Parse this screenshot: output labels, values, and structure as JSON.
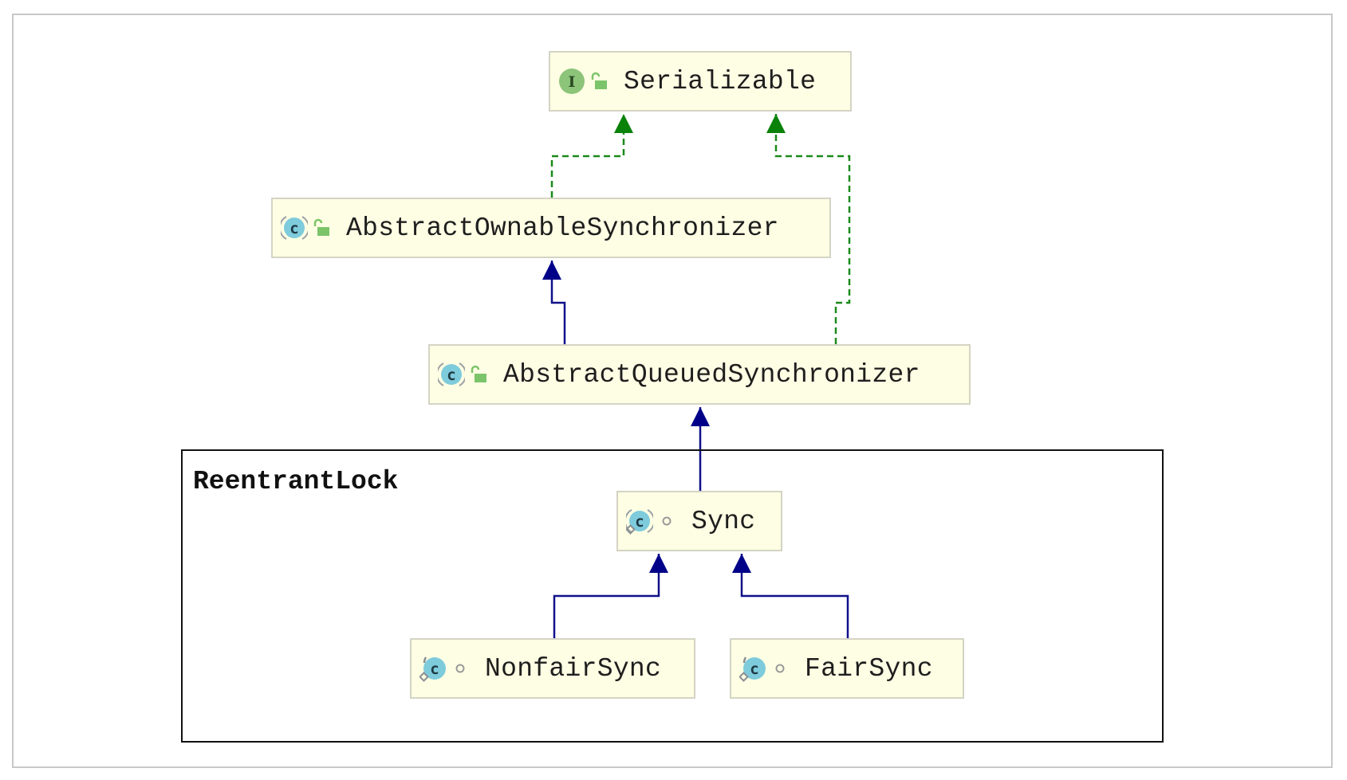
{
  "group": {
    "title": "ReentrantLock"
  },
  "nodes": [
    {
      "id": "serializable",
      "label": "Serializable",
      "kind": "interface",
      "visibility": "public"
    },
    {
      "id": "aos",
      "label": "AbstractOwnableSynchronizer",
      "kind": "abstract-class",
      "visibility": "public"
    },
    {
      "id": "aqs",
      "label": "AbstractQueuedSynchronizer",
      "kind": "abstract-class",
      "visibility": "public"
    },
    {
      "id": "sync",
      "label": "Sync",
      "kind": "static-abstract-class",
      "visibility": "package-private"
    },
    {
      "id": "nonfair",
      "label": "NonfairSync",
      "kind": "static-class",
      "visibility": "package-private"
    },
    {
      "id": "fair",
      "label": "FairSync",
      "kind": "static-class",
      "visibility": "package-private"
    }
  ],
  "edges": [
    {
      "from": "aos",
      "to": "serializable",
      "type": "implements"
    },
    {
      "from": "aqs",
      "to": "serializable",
      "type": "implements"
    },
    {
      "from": "aqs",
      "to": "aos",
      "type": "extends"
    },
    {
      "from": "sync",
      "to": "aqs",
      "type": "extends"
    },
    {
      "from": "nonfair",
      "to": "sync",
      "type": "extends"
    },
    {
      "from": "fair",
      "to": "sync",
      "type": "extends"
    }
  ],
  "colors": {
    "node_fill": "#fefee4",
    "extends_edge": "#10108a",
    "implements_edge": "#1a8a1a",
    "interface_icon": "#8cc47a",
    "class_icon": "#7ecbdc",
    "lock_icon": "#7cc46a"
  },
  "icons": {
    "interface": "interface-icon",
    "abstract-class": "abstract-class-icon",
    "static-abstract-class": "static-abstract-class-icon",
    "static-class": "static-class-icon",
    "public": "public-lock-icon",
    "package-private": "package-private-circle-icon"
  }
}
